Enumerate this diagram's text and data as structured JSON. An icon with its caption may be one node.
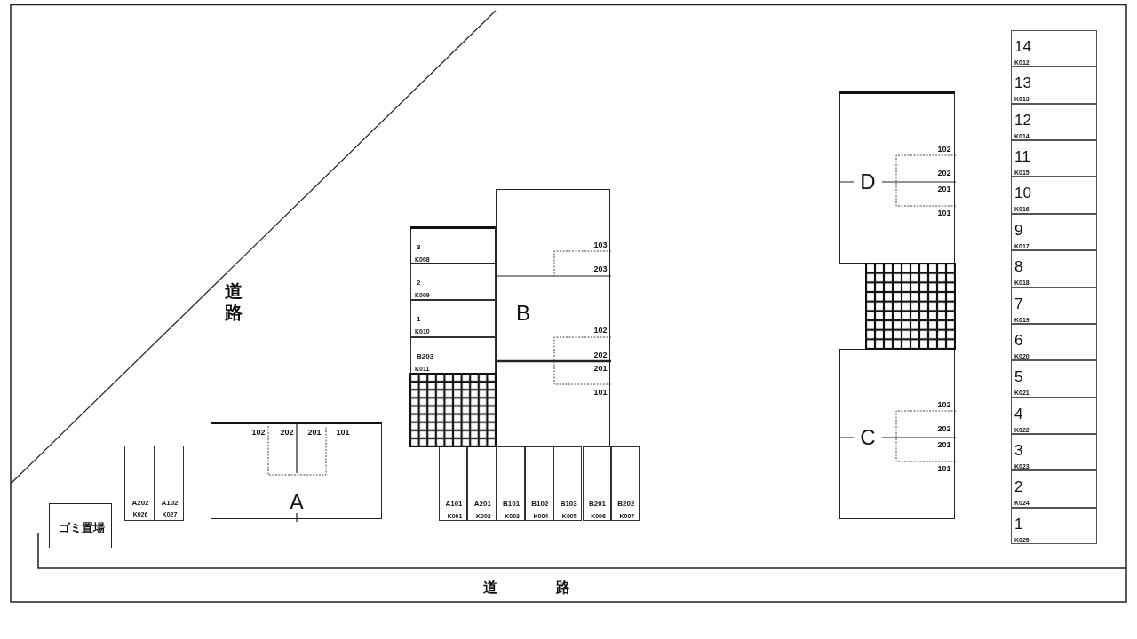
{
  "diagram": {
    "nodes": [
      {
        "text": [
          "ゴミ置場"
        ]
      },
      {
        "text": [
          "A202",
          "K026"
        ]
      },
      {
        "text": [
          "A102",
          "K027"
        ]
      },
      {
        "text": [
          "102",
          "202",
          "201",
          "101",
          "A"
        ]
      },
      {
        "text": [
          "3",
          "K008"
        ]
      },
      {
        "text": [
          "2",
          "K009"
        ]
      },
      {
        "text": [
          "1",
          "K010"
        ]
      },
      {
        "text": [
          "B203",
          "K011"
        ]
      },
      {
        "text": [
          "103",
          "203",
          "B",
          "102",
          "202",
          "201",
          "101"
        ]
      },
      {
        "text": [
          "A101",
          "K001"
        ]
      },
      {
        "text": [
          "A201",
          "K002"
        ]
      },
      {
        "text": [
          "B101",
          "K003"
        ]
      },
      {
        "text": [
          "B102",
          "K004"
        ]
      },
      {
        "text": [
          "B103",
          "K005"
        ]
      },
      {
        "text": [
          "B201",
          "K006"
        ]
      },
      {
        "text": [
          "B202",
          "K007"
        ]
      },
      {
        "text": [
          "102",
          "202",
          "D",
          "201",
          "101"
        ]
      },
      {
        "text": [
          "102",
          "202",
          "C",
          "201",
          "101"
        ]
      },
      {
        "text": [
          "14",
          "K012"
        ]
      },
      {
        "text": [
          "13",
          "K013"
        ]
      },
      {
        "text": [
          "12",
          "K014"
        ]
      },
      {
        "text": [
          "11",
          "K015"
        ]
      },
      {
        "text": [
          "10",
          "K016"
        ]
      },
      {
        "text": [
          "9",
          "K017"
        ]
      },
      {
        "text": [
          "8",
          "K018"
        ]
      },
      {
        "text": [
          "7",
          "K019"
        ]
      },
      {
        "text": [
          "6",
          "K020"
        ]
      },
      {
        "text": [
          "5",
          "K021"
        ]
      },
      {
        "text": [
          "4",
          "K022"
        ]
      },
      {
        "text": [
          "3",
          "K023"
        ]
      },
      {
        "text": [
          "2",
          "K024"
        ]
      },
      {
        "text": [
          "1",
          "K025"
        ]
      },
      {
        "text": [],
        "shape": "box"
      },
      {
        "text": [],
        "shape": "box"
      }
    ],
    "labels": [
      "道路",
      "道路"
    ]
  }
}
